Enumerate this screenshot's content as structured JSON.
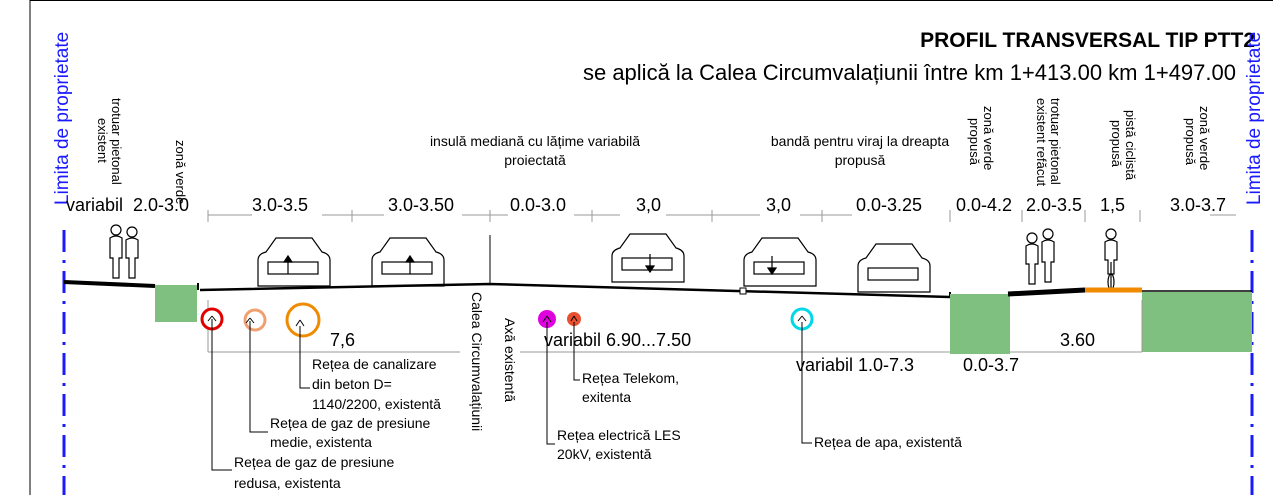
{
  "title": "PROFIL TRANSVERSAL TIP PTT2",
  "subtitle": "se aplică la Calea Circumvalațiunii între km 1+413.00 km 1+497.00",
  "property_limit": "Limita de proprietate",
  "zone_labels": {
    "trotuar_existent_line1": "trotuar pietonal",
    "trotuar_existent_line2": "existent",
    "zona_verde_left": "zonă verde",
    "insula_line1": "insulă mediană cu lățime variabilă",
    "insula_line2": "proiectată",
    "banda_line1": "bandă pentru viraj la dreapta",
    "banda_line2": "propusă",
    "zona_verde_propusa1_line1": "zonă verde",
    "zona_verde_propusa1_line2": "propusă",
    "trotuar_refacut_line1": "trotuar pietonal",
    "trotuar_refacut_line2": "existent refăcut",
    "pista_line1": "pistă ciclistă",
    "pista_line2": "propusă",
    "zona_verde_propusa2_line1": "zonă verde",
    "zona_verde_propusa2_line2": "propusă"
  },
  "widths": [
    "variabil",
    "2.0-3.0",
    "3.0-3.5",
    "3.0-3.50",
    "0.0-3.0",
    "3,0",
    "3,0",
    "0.0-3.25",
    "0.0-4.2",
    "2.0-3.5",
    "1,5",
    "3.0-3.7"
  ],
  "vertical_labels": {
    "calea": "Calea Circumvalațiunii",
    "axa": "Axă existentă"
  },
  "lower_dims": {
    "d1": "7,6",
    "d2": "variabil 6.90...7.50",
    "d3": "variabil 1.0-7.3",
    "d4": "0.0-3.7",
    "d5": "3.60"
  },
  "utilities": {
    "canalizare": [
      "Rețea de canalizare",
      "din beton D=",
      "1140/2200, existentă"
    ],
    "gaz_medie": [
      "Rețea de gaz de presiune",
      "medie, existenta"
    ],
    "gaz_redusa": [
      "Rețea de gaz de presiune",
      "redusa, existenta"
    ],
    "telekom": [
      "Rețea Telekom,",
      "exitenta"
    ],
    "electrica": [
      "Rețea electrică LES",
      "20kV, existentă"
    ],
    "apa": [
      "Rețea de apa, existentă"
    ]
  },
  "colors": {
    "accent_blue": "#1a1aff",
    "green": "#7fbf7f",
    "orange": "#f08a00",
    "gas_redusa": "#e00000",
    "gas_medie": "#f0a070",
    "canalizare": "#f08a00",
    "telekom": "#e85030",
    "electrica": "#e000e0",
    "apa": "#00d8e8"
  }
}
